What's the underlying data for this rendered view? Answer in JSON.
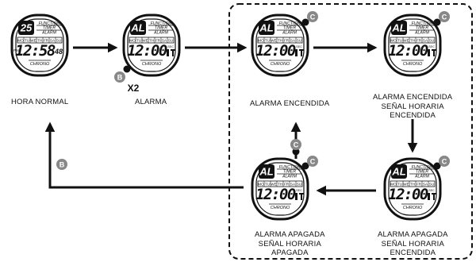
{
  "watch": {
    "top_labels": [
      "FUNCTION",
      "TIMER",
      "ALARM"
    ],
    "days": [
      "MO",
      "TU",
      "WE",
      "TH",
      "FR",
      "SA",
      "SU"
    ],
    "bottom_label": "CHRONO",
    "sec_label": "SEC"
  },
  "states": [
    {
      "id": "hora-normal",
      "mode": "25",
      "pm": "PM",
      "time": "12:58",
      "secs": "48",
      "label": [
        "HORA NORMAL"
      ]
    },
    {
      "id": "alarma",
      "mode": "AL",
      "pm": "",
      "time": "12:00",
      "secs": "",
      "label": [
        "ALARMA"
      ]
    },
    {
      "id": "alarma-enc",
      "mode": "AL",
      "pm": "",
      "time": "12:00",
      "secs": "",
      "label": [
        "ALARMA ENCENDIDA"
      ]
    },
    {
      "id": "alarma-enc-sh",
      "mode": "AL",
      "pm": "",
      "time": "12:00",
      "secs": "",
      "label": [
        "ALARMA ENCENDIDA",
        "SEÑAL HORARIA",
        "ENCENDIDA"
      ]
    },
    {
      "id": "apag-sh-apag",
      "mode": "AL",
      "pm": "",
      "time": "12:00",
      "secs": "",
      "label": [
        "ALARMA APAGADA",
        "SEÑAL HORARIA",
        "APAGADA"
      ]
    },
    {
      "id": "apag-sh-enc",
      "mode": "AL",
      "pm": "",
      "time": "12:00",
      "secs": "",
      "label": [
        "ALARMA APAGADA",
        "SEÑAL HORARIA",
        "ENCENDIDA"
      ]
    }
  ],
  "buttons": {
    "b": "B",
    "c": "C"
  },
  "press_count": "X2",
  "colors": {
    "ink": "#111111",
    "button": "#888888"
  }
}
